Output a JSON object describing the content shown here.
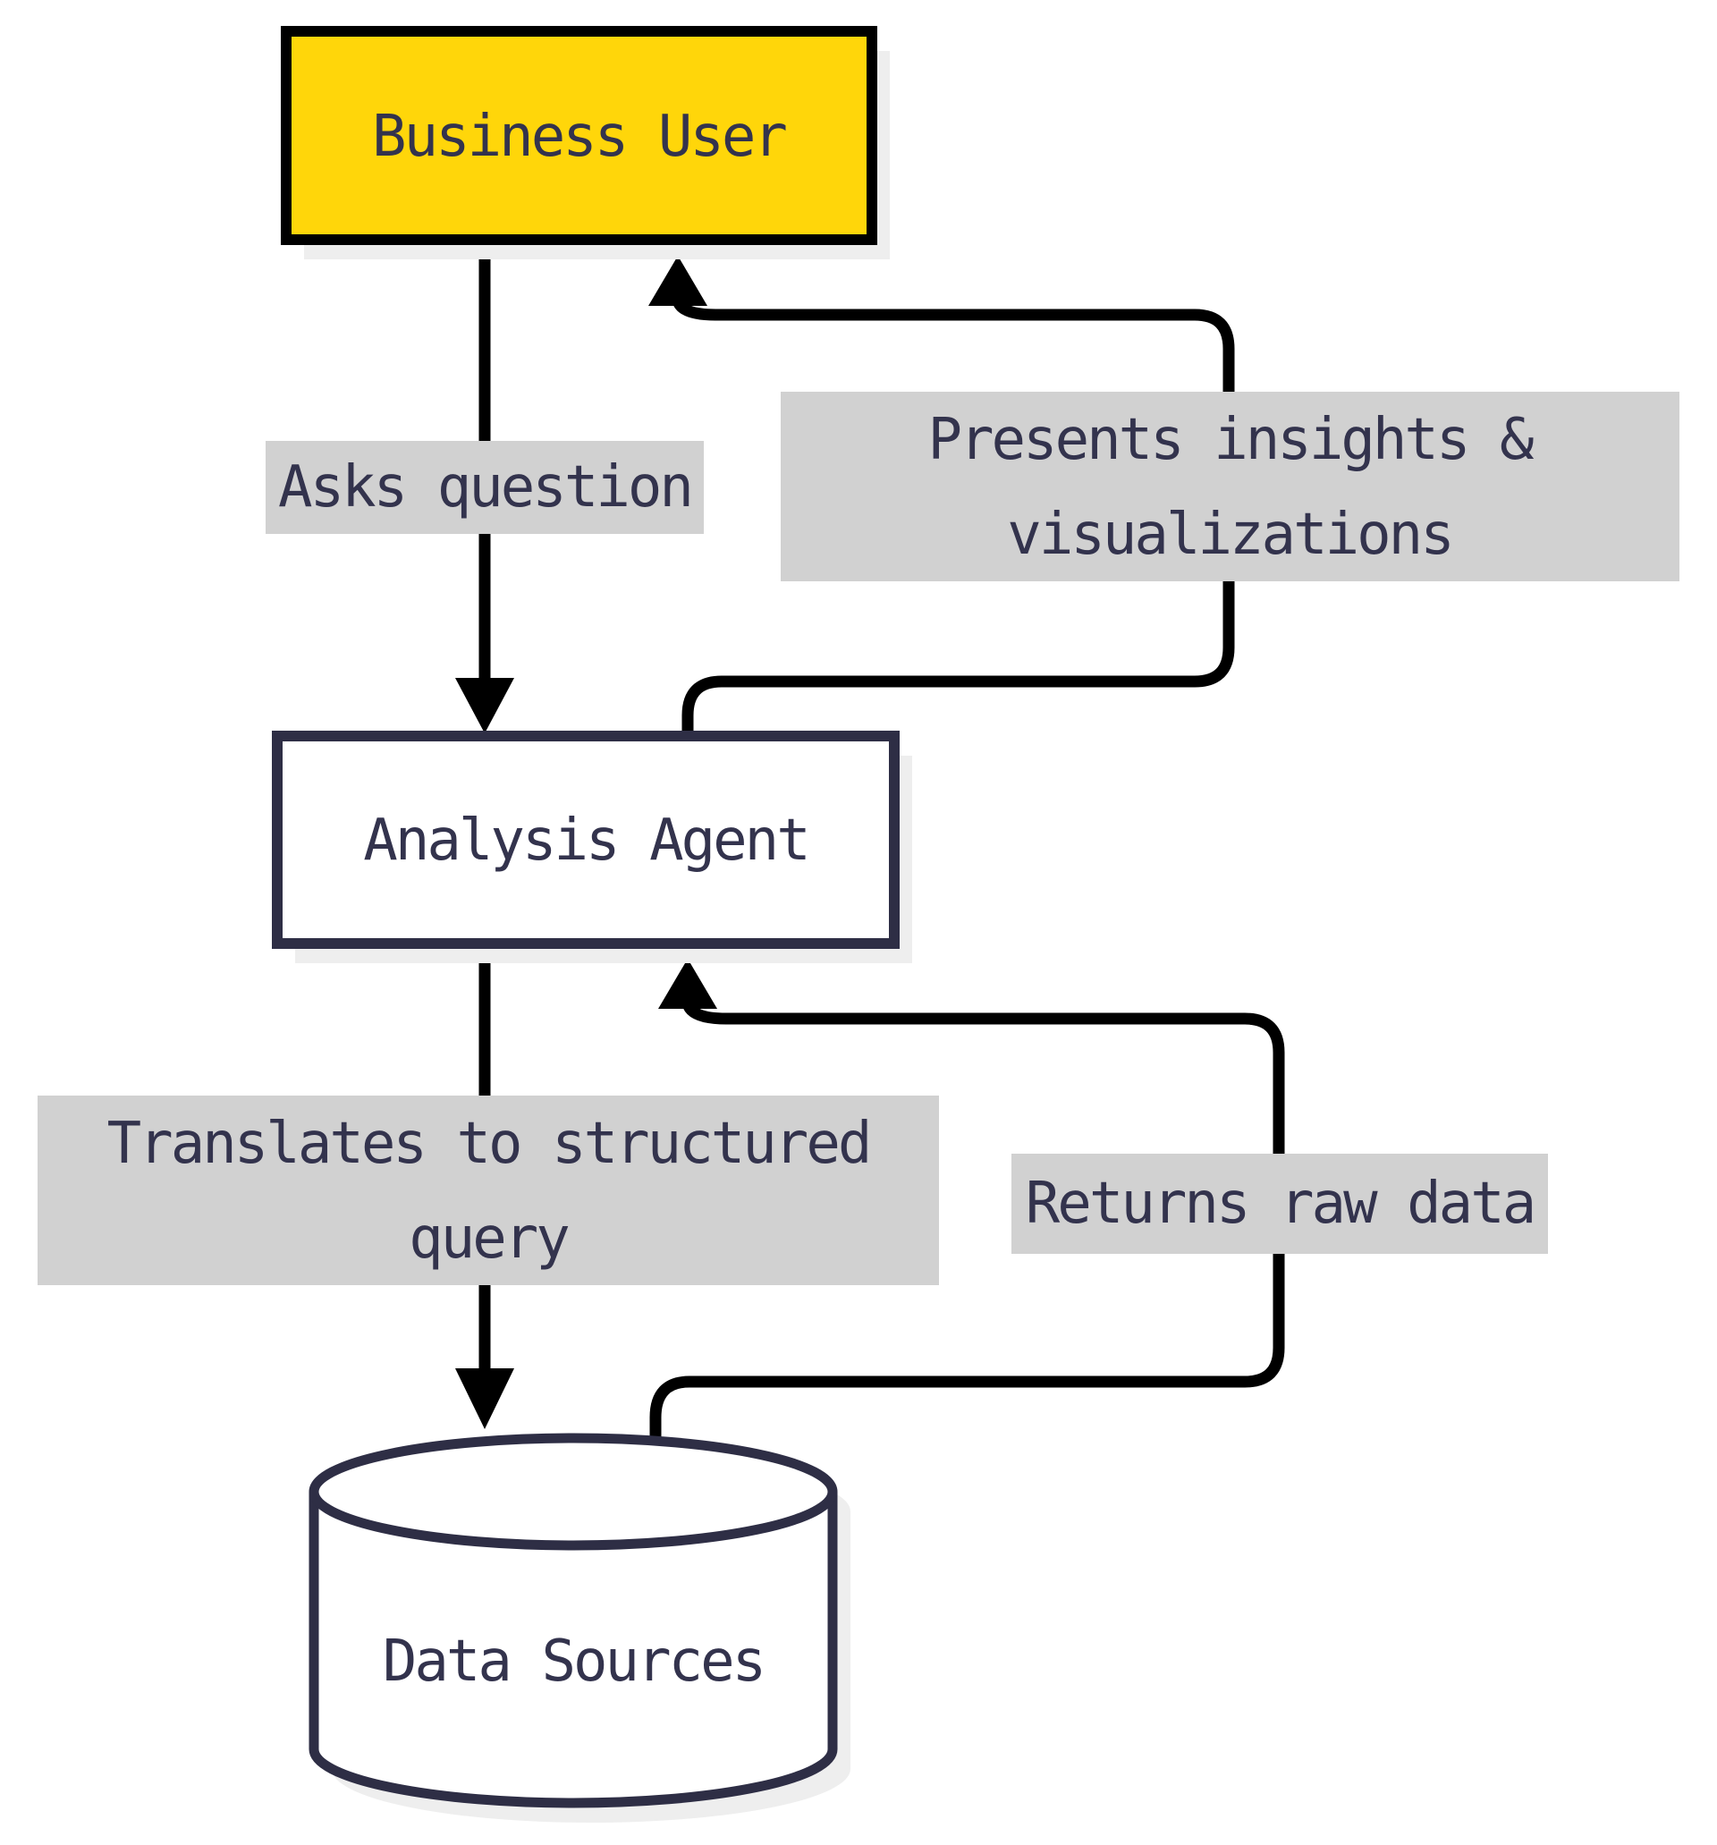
{
  "diagram": {
    "type": "flowchart",
    "direction": "top-down",
    "nodes": {
      "business_user": {
        "label": "Business User",
        "shape": "rectangle",
        "fill": "#FFD60A",
        "border": "#000000"
      },
      "analysis_agent": {
        "label": "Analysis Agent",
        "shape": "rectangle",
        "fill": "#FFFFFF",
        "border": "#2E2E45"
      },
      "data_sources": {
        "label": "Data Sources",
        "shape": "cylinder",
        "fill": "#FFFFFF",
        "border": "#2E2E45"
      }
    },
    "edges": [
      {
        "from": "business_user",
        "to": "analysis_agent",
        "label": "Asks question"
      },
      {
        "from": "analysis_agent",
        "to": "business_user",
        "label_line1": "Presents insights &",
        "label_line2": "visualizations"
      },
      {
        "from": "analysis_agent",
        "to": "data_sources",
        "label_line1": "Translates to structured",
        "label_line2": "query"
      },
      {
        "from": "data_sources",
        "to": "analysis_agent",
        "label": "Returns raw data"
      }
    ],
    "colors": {
      "accent_yellow": "#FFD60A",
      "outline_dark": "#2E2E45",
      "edge_black": "#000000",
      "label_background": "#D1D1D1",
      "text": "#33334D",
      "shadow": "#EEEEEE",
      "background": "#FFFFFF"
    }
  }
}
